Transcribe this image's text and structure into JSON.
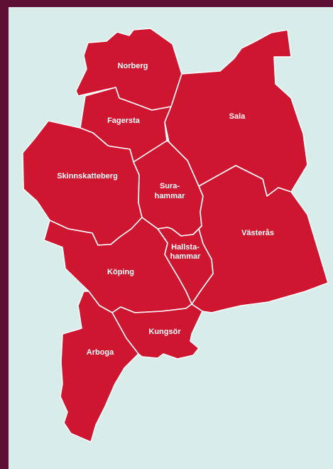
{
  "colors": {
    "border": "#5c0f33",
    "background": "#d8ecea",
    "region_fill": "#cf1630",
    "region_stroke": "#ffffff",
    "label_text": "#ffffff"
  },
  "municipalities": [
    {
      "id": "norberg",
      "label": "Norberg"
    },
    {
      "id": "fagersta",
      "label": "Fagersta"
    },
    {
      "id": "sala",
      "label": "Sala"
    },
    {
      "id": "skinnskatteberg",
      "label": "Skinnskatteberg"
    },
    {
      "id": "surahammar",
      "label_lines": [
        "Sura-",
        "hammar"
      ]
    },
    {
      "id": "vasteras",
      "label": "Västerås"
    },
    {
      "id": "hallstahammar",
      "label_lines": [
        "Hallsta-",
        "hammar"
      ]
    },
    {
      "id": "koping",
      "label": "Köping"
    },
    {
      "id": "kungsor",
      "label": "Kungsör"
    },
    {
      "id": "arboga",
      "label": "Arboga"
    }
  ]
}
